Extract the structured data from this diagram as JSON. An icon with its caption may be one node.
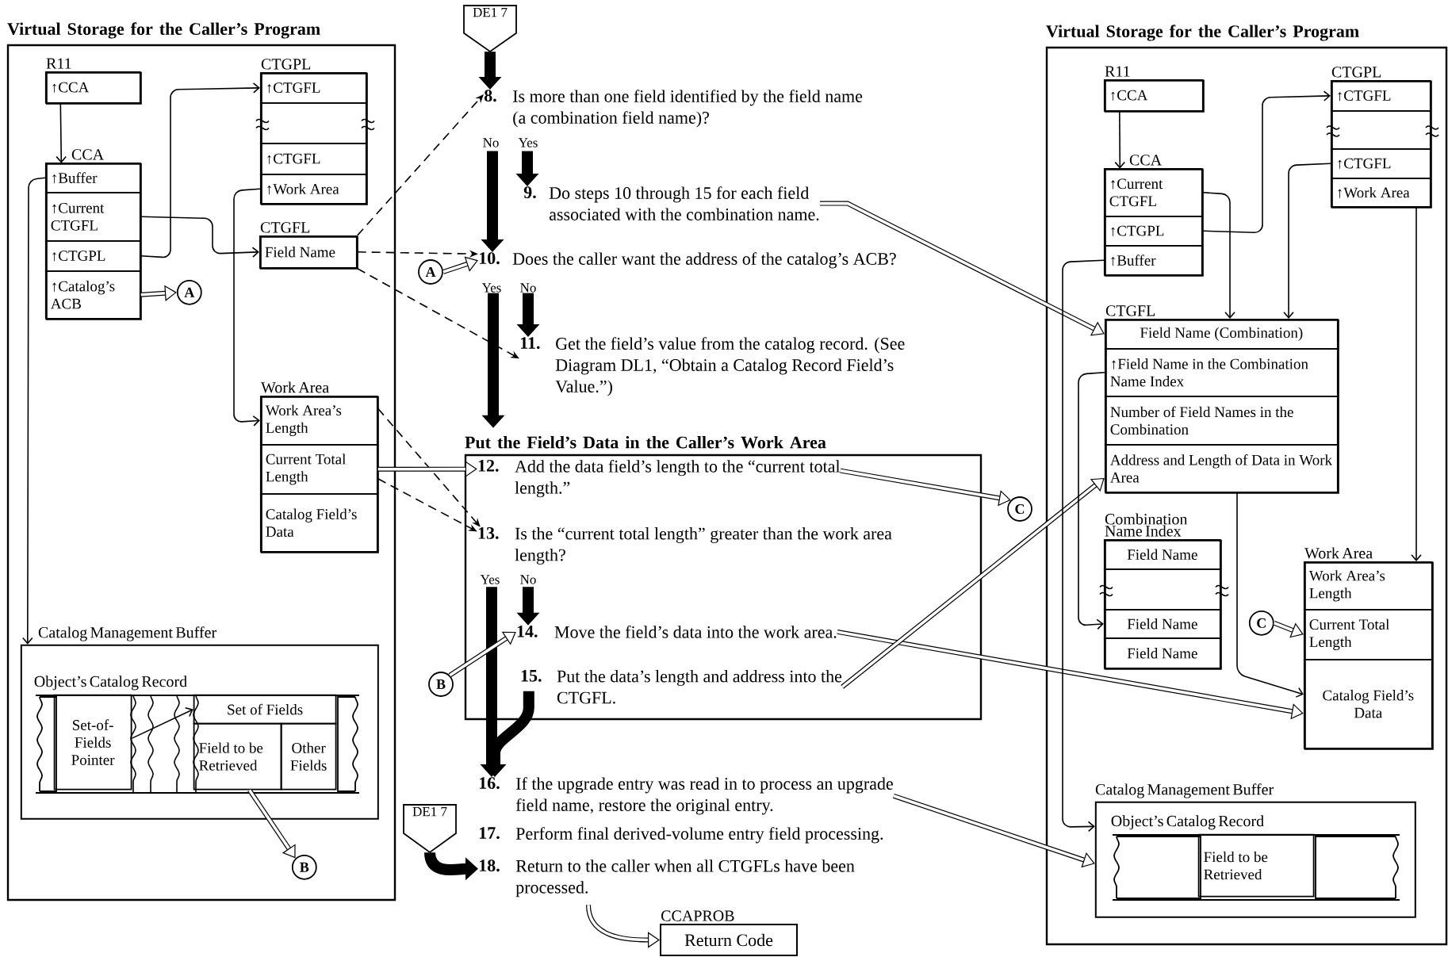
{
  "diagram": {
    "nodes": [
      {
        "text": [
          "Virtual Storage for the Caller’s Program"
        ]
      },
      {
        "text": [
          "R11"
        ],
        "in": 0
      },
      {
        "text": [
          "↑CCA"
        ],
        "in": 1
      },
      {
        "text": [
          "CCA"
        ],
        "in": 0
      },
      {
        "text": [
          "↑Buffer"
        ],
        "in": 3
      },
      {
        "text": [
          "↑Current CTGFL"
        ],
        "in": 3
      },
      {
        "text": [
          "↑CTGPL"
        ],
        "in": 3
      },
      {
        "text": [
          "↑Catalog’s ACB"
        ],
        "in": 3
      },
      {
        "text": [
          "CTGPL"
        ],
        "in": 0
      },
      {
        "text": [
          "↑CTGFL"
        ],
        "in": 8
      },
      {
        "text": [],
        "shape": "box",
        "in": 8
      },
      {
        "text": [
          "↑CTGFL"
        ],
        "in": 8
      },
      {
        "text": [
          "↑Work Area"
        ],
        "in": 8
      },
      {
        "text": [
          "CTGFL"
        ],
        "in": 0
      },
      {
        "text": [
          "Field Name"
        ],
        "in": 13
      },
      {
        "text": [
          "A"
        ],
        "in": 0
      },
      {
        "text": [
          "Work Area"
        ],
        "in": 0
      },
      {
        "text": [
          "Work Area’s Length"
        ],
        "in": 16
      },
      {
        "text": [
          "Current Total Length"
        ],
        "in": 16
      },
      {
        "text": [
          "Catalog Field’s Data"
        ],
        "in": 16
      },
      {
        "text": [
          "Catalog Management Buffer"
        ],
        "in": 0
      },
      {
        "text": [
          "Object’s Catalog Record"
        ],
        "in": 20
      },
      {
        "text": [],
        "shape": "box",
        "in": 21
      },
      {
        "text": [
          "Set-of-Fields Pointer"
        ],
        "in": 21
      },
      {
        "text": [
          "Set of Fields"
        ],
        "in": 21
      },
      {
        "text": [
          "Field to be Retrieved"
        ],
        "in": 21
      },
      {
        "text": [
          "Other Fields"
        ],
        "in": 21
      },
      {
        "text": [],
        "shape": "box",
        "in": 21
      },
      {
        "text": [
          "B"
        ],
        "in": 0
      },
      {
        "text": [
          "DE1 7"
        ]
      },
      {
        "text": [
          "8.",
          "Is more than one field identified by the field name (a combination field name)?"
        ]
      },
      {
        "text": [
          "9.",
          "Do steps 10 through 15 for each field associated with the combination name."
        ]
      },
      {
        "text": [
          "10.",
          "Does the caller want the address of the catalog’s ACB?"
        ]
      },
      {
        "text": [
          "A"
        ]
      },
      {
        "text": [
          "11.",
          "Get the field’s value from the catalog record. (See Diagram DL1, “Obtain a Catalog Record Field’s Value.”)"
        ]
      },
      {
        "text": [
          "Put the Field’s Data in the Caller’s Work Area"
        ]
      },
      {
        "text": [
          "12.",
          "Add the data field’s length to the “current total length.”"
        ],
        "in": 35
      },
      {
        "text": [
          "C"
        ]
      },
      {
        "text": [
          "13.",
          "Is the “current total length” greater than the work area length?"
        ],
        "in": 35
      },
      {
        "text": [
          "14.",
          "Move the field’s data into the work area."
        ],
        "in": 35
      },
      {
        "text": [
          "B"
        ]
      },
      {
        "text": [
          "15.",
          "Put the data’s length and address into the CTGFL."
        ],
        "in": 35
      },
      {
        "text": [
          "16.",
          "If the upgrade entry was read in to process an upgrade field name, restore the original entry."
        ]
      },
      {
        "text": [
          "17.",
          "Perform final derived-volume entry field processing."
        ]
      },
      {
        "text": [
          "DE1 7"
        ]
      },
      {
        "text": [
          "18.",
          "Return to the caller when all CTGFLs have been processed."
        ]
      },
      {
        "text": [
          "CCAPROB",
          "Return Code"
        ]
      },
      {
        "text": [
          "Virtual Storage for the Caller’s Program"
        ]
      },
      {
        "text": [
          "R11"
        ],
        "in": 47
      },
      {
        "text": [
          "↑CCA"
        ],
        "in": 48
      },
      {
        "text": [
          "CCA"
        ],
        "in": 47
      },
      {
        "text": [
          "↑Current CTGFL"
        ],
        "in": 50
      },
      {
        "text": [
          "↑CTGPL"
        ],
        "in": 50
      },
      {
        "text": [
          "↑Buffer"
        ],
        "in": 50
      },
      {
        "text": [
          "CTGPL"
        ],
        "in": 47
      },
      {
        "text": [
          "↑CTGFL"
        ],
        "in": 54
      },
      {
        "text": [],
        "shape": "box",
        "in": 54
      },
      {
        "text": [
          "↑CTGFL"
        ],
        "in": 54
      },
      {
        "text": [
          "↑Work Area"
        ],
        "in": 54
      },
      {
        "text": [
          "CTGFL"
        ],
        "in": 47
      },
      {
        "text": [
          "Field Name (Combination)"
        ],
        "in": 59
      },
      {
        "text": [
          "↑Field Name in the Combination Name Index"
        ],
        "in": 59
      },
      {
        "text": [
          "Number of Field Names in the Combination"
        ],
        "in": 59
      },
      {
        "text": [
          "Address and Length of Data in Work Area"
        ],
        "in": 59
      },
      {
        "text": [
          "Combination Name Index"
        ],
        "in": 47
      },
      {
        "text": [
          "Field Name"
        ],
        "in": 64
      },
      {
        "text": [],
        "shape": "box",
        "in": 64
      },
      {
        "text": [
          "Field Name"
        ],
        "in": 64
      },
      {
        "text": [
          "Field Name"
        ],
        "in": 64
      },
      {
        "text": [
          "Work Area"
        ],
        "in": 47
      },
      {
        "text": [
          "Work Area’s Length"
        ],
        "in": 69
      },
      {
        "text": [
          "Current Total Length"
        ],
        "in": 69
      },
      {
        "text": [
          "Catalog Field’s Data"
        ],
        "in": 69
      },
      {
        "text": [
          "C"
        ],
        "in": 47
      },
      {
        "text": [
          "Catalog Management Buffer"
        ],
        "in": 47
      },
      {
        "text": [
          "Object’s Catalog Record"
        ],
        "in": 74
      },
      {
        "text": [],
        "shape": "box",
        "in": 75
      },
      {
        "text": [
          "Field to be Retrieved"
        ],
        "in": 75
      },
      {
        "text": [],
        "shape": "box",
        "in": 75
      }
    ],
    "edges": [
      {
        "from": 2,
        "to": 3,
        "arrow": "to"
      },
      {
        "from": 6,
        "to": 9,
        "arrow": "to"
      },
      {
        "from": 5,
        "to": 14,
        "arrow": "to"
      },
      {
        "from": 12,
        "to": 17,
        "arrow": "to"
      },
      {
        "from": 4,
        "to": 20,
        "arrow": "to"
      },
      {
        "from": 23,
        "to": 24,
        "arrow": "to"
      },
      {
        "from": 7,
        "to": 15,
        "arrow": "to"
      },
      {
        "from": 25,
        "to": 28,
        "arrow": "to"
      },
      {
        "from": 14,
        "to": 30,
        "arrow": "to",
        "style": "dashed"
      },
      {
        "from": 14,
        "to": 32,
        "arrow": "to",
        "style": "dashed"
      },
      {
        "from": 14,
        "to": 34,
        "arrow": "to",
        "style": "dashed"
      },
      {
        "from": 17,
        "to": 38,
        "arrow": "to",
        "style": "dashed"
      },
      {
        "from": 18,
        "to": 38,
        "arrow": "to",
        "style": "dashed"
      },
      {
        "from": 18,
        "to": 36,
        "arrow": "to"
      },
      {
        "from": 29,
        "to": 30,
        "arrow": "to",
        "style": "thick"
      },
      {
        "from": 30,
        "to": 32,
        "arrow": "to",
        "style": "thick",
        "label": "No"
      },
      {
        "from": 30,
        "to": 31,
        "arrow": "to",
        "style": "thick",
        "label": "Yes"
      },
      {
        "from": 32,
        "to": 35,
        "arrow": "to",
        "style": "thick",
        "label": "Yes"
      },
      {
        "from": 32,
        "to": 34,
        "arrow": "to",
        "style": "thick",
        "label": "No"
      },
      {
        "from": 38,
        "to": 42,
        "arrow": "to",
        "style": "thick",
        "label": "Yes"
      },
      {
        "from": 38,
        "to": 39,
        "arrow": "to",
        "style": "thick",
        "label": "No"
      },
      {
        "from": 41,
        "to": 42,
        "arrow": "to",
        "style": "thick"
      },
      {
        "from": 44,
        "to": 45,
        "arrow": "to",
        "style": "thick"
      },
      {
        "from": 33,
        "to": 32,
        "arrow": "to"
      },
      {
        "from": 40,
        "to": 39,
        "arrow": "to"
      },
      {
        "from": 36,
        "to": 37,
        "arrow": "to"
      },
      {
        "from": 31,
        "to": 60,
        "arrow": "to"
      },
      {
        "from": 39,
        "to": 72,
        "arrow": "to"
      },
      {
        "from": 41,
        "to": 63,
        "arrow": "to"
      },
      {
        "from": 42,
        "to": 74,
        "arrow": "to"
      },
      {
        "from": 73,
        "to": 71,
        "arrow": "to"
      },
      {
        "from": 49,
        "to": 50,
        "arrow": "to"
      },
      {
        "from": 52,
        "to": 55,
        "arrow": "to"
      },
      {
        "from": 51,
        "to": 60,
        "arrow": "to"
      },
      {
        "from": 57,
        "to": 60,
        "arrow": "to"
      },
      {
        "from": 58,
        "to": 70,
        "arrow": "to"
      },
      {
        "from": 53,
        "to": 74,
        "arrow": "to"
      },
      {
        "from": 61,
        "to": 67,
        "arrow": "to"
      },
      {
        "from": 63,
        "to": 72,
        "arrow": "to"
      },
      {
        "from": 45,
        "to": 46,
        "arrow": "to"
      }
    ]
  }
}
